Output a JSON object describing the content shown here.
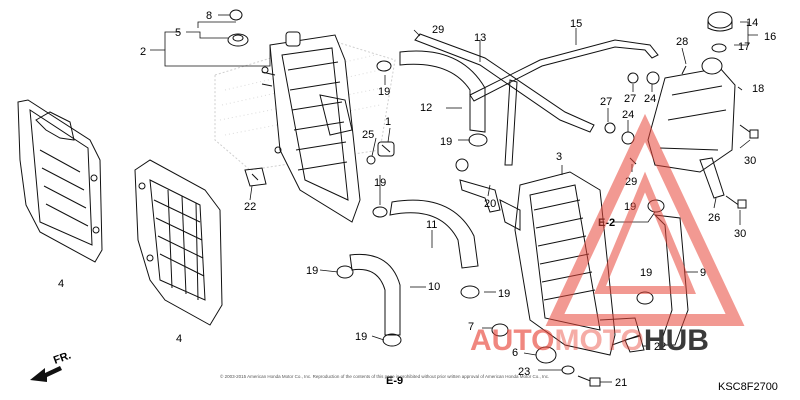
{
  "diagram": {
    "code": "KSC8F2700",
    "front_label": "FR.",
    "callouts": {
      "c1": "1",
      "c2": "2",
      "c3": "3",
      "c4a": "4",
      "c4b": "4",
      "c5": "5",
      "c6": "6",
      "c7": "7",
      "c8": "8",
      "c9": "9",
      "c10": "10",
      "c11": "11",
      "c12": "12",
      "c13": "13",
      "c14": "14",
      "c15": "15",
      "c16": "16",
      "c17": "17",
      "c18": "18",
      "c19a": "19",
      "c19b": "19",
      "c19c": "19",
      "c19d": "19",
      "c19e": "19",
      "c19f": "19",
      "c19g": "19",
      "c19h": "19",
      "c20": "20",
      "c21": "21",
      "c22a": "22",
      "c22b": "22",
      "c23": "23",
      "c24a": "24",
      "c24b": "24",
      "c25": "25",
      "c26": "26",
      "c27a": "27",
      "c27b": "27",
      "c28": "28",
      "c29a": "29",
      "c29b": "29",
      "c30a": "30",
      "c30b": "30"
    },
    "refs": {
      "e2": "E-2",
      "e9": "E-9"
    },
    "copyright": "© 2003-2015 American Honda Motor Co., Inc. Reproduction of the contents of this page is prohibited without prior written approval of American Honda Motor Co., Inc."
  },
  "watermark": {
    "part1": "AUTO",
    "part2": "MOTO",
    "part3": "HUB",
    "color_primary": "#e8473a",
    "color_dark": "#3a3a3a"
  }
}
